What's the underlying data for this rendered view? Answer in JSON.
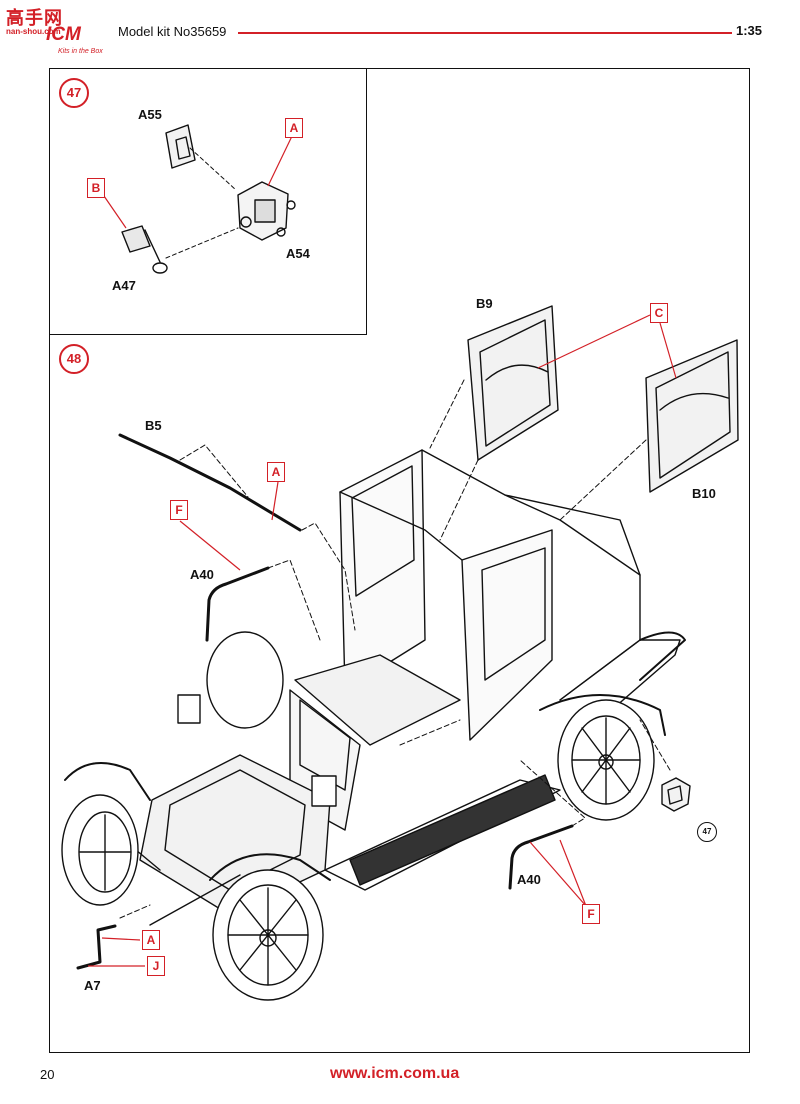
{
  "header": {
    "logo_cn": "高手网",
    "logo_url": "nan-shou.com",
    "logo_brand": "ICM",
    "logo_tagline": "Kits in the Box",
    "model": "Model kit No35659",
    "scale": "1:35"
  },
  "steps": {
    "step47": {
      "number": "47",
      "parts": {
        "a55": "A55",
        "a54": "A54",
        "a47": "A47"
      },
      "paint_codes": {
        "a": "A",
        "b": "B"
      }
    },
    "step48": {
      "number": "48",
      "parts": {
        "b9": "B9",
        "b10": "B10",
        "b5": "B5",
        "a40_left": "A40",
        "a40_right": "A40",
        "a7": "A7"
      },
      "paint_codes": {
        "c": "C",
        "a_top": "A",
        "f_left": "F",
        "f_right": "F",
        "a_bottom": "A",
        "j": "J"
      },
      "subassembly_ref": "47"
    }
  },
  "footer": {
    "page_number": "20",
    "url": "www.icm.com.ua"
  },
  "colors": {
    "accent": "#d32027",
    "ink": "#111111"
  }
}
